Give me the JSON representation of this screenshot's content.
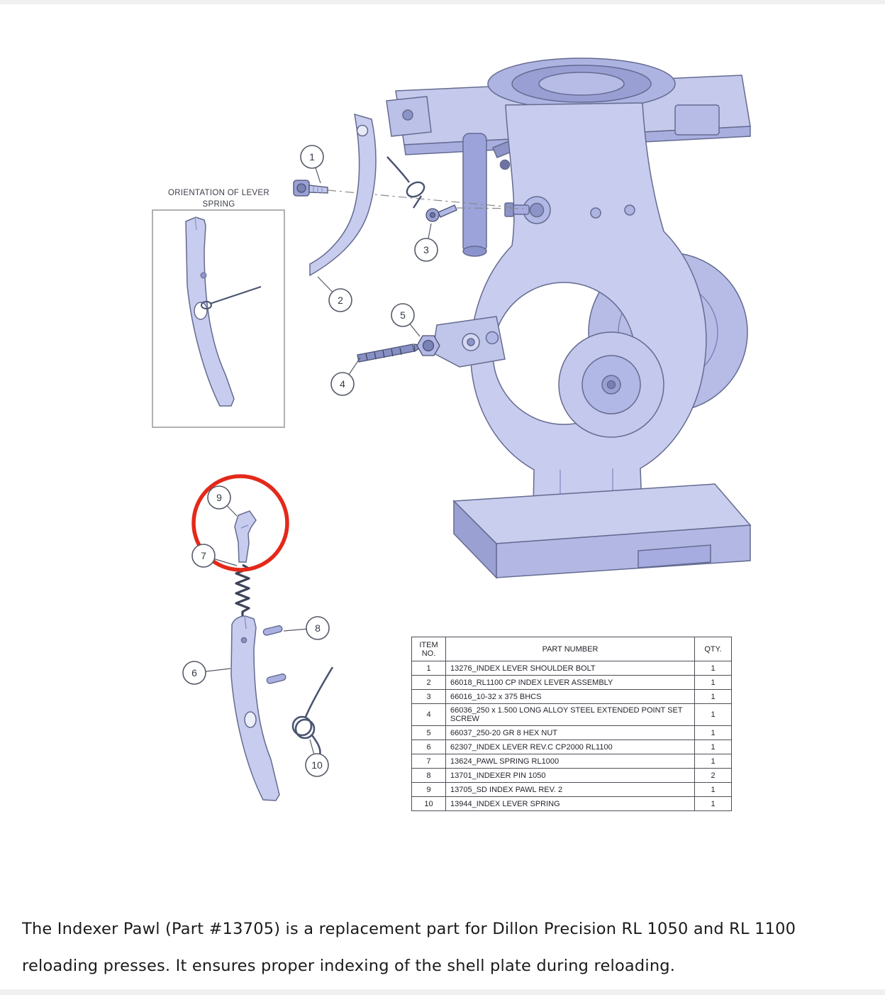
{
  "diagram": {
    "orientation_label": "ORIENTATION OF LEVER SPRING",
    "callouts": [
      "1",
      "2",
      "3",
      "4",
      "5",
      "6",
      "7",
      "8",
      "9",
      "10"
    ],
    "highlight_color": "#e3291a",
    "machine_color": "#c8ccee"
  },
  "parts_table": {
    "headers": {
      "item": "ITEM NO.",
      "part": "PART NUMBER",
      "qty": "QTY."
    },
    "rows": [
      {
        "no": "1",
        "part": "13276_INDEX LEVER SHOULDER BOLT",
        "qty": "1"
      },
      {
        "no": "2",
        "part": "66018_RL1100 CP INDEX LEVER ASSEMBLY",
        "qty": "1"
      },
      {
        "no": "3",
        "part": "66016_10-32 x 375 BHCS",
        "qty": "1"
      },
      {
        "no": "4",
        "part": "66036_250 x 1.500 LONG ALLOY STEEL EXTENDED POINT SET SCREW",
        "qty": "1"
      },
      {
        "no": "5",
        "part": "66037_250-20 GR 8 HEX NUT",
        "qty": "1"
      },
      {
        "no": "6",
        "part": "62307_INDEX LEVER REV.C CP2000 RL1100",
        "qty": "1"
      },
      {
        "no": "7",
        "part": "13624_PAWL SPRING RL1000",
        "qty": "1"
      },
      {
        "no": "8",
        "part": "13701_INDEXER PIN 1050",
        "qty": "2"
      },
      {
        "no": "9",
        "part": "13705_SD INDEX PAWL REV. 2",
        "qty": "1"
      },
      {
        "no": "10",
        "part": "13944_INDEX LEVER SPRING",
        "qty": "1"
      }
    ]
  },
  "caption": {
    "text": "The Indexer Pawl (Part #13705) is a replacement part for Dillon Precision RL 1050 and RL 1100 reloading presses. It ensures proper indexing of the shell plate during reloading."
  }
}
